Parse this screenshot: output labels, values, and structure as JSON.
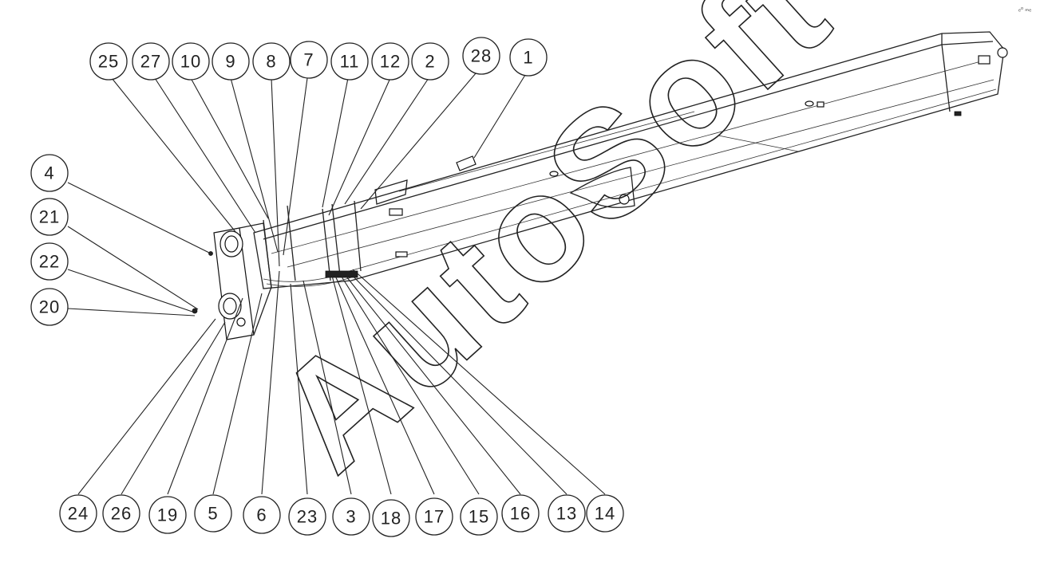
{
  "watermark": "AutoSoft",
  "corner_mark": "ₑᵒ ₘₑ",
  "callouts": [
    {
      "label": "25"
    },
    {
      "label": "27"
    },
    {
      "label": "10"
    },
    {
      "label": "9"
    },
    {
      "label": "8"
    },
    {
      "label": "7"
    },
    {
      "label": "11"
    },
    {
      "label": "12"
    },
    {
      "label": "2"
    },
    {
      "label": "28"
    },
    {
      "label": "1"
    },
    {
      "label": "4"
    },
    {
      "label": "21"
    },
    {
      "label": "22"
    },
    {
      "label": "20"
    },
    {
      "label": "24"
    },
    {
      "label": "26"
    },
    {
      "label": "19"
    },
    {
      "label": "5"
    },
    {
      "label": "6"
    },
    {
      "label": "23"
    },
    {
      "label": "3"
    },
    {
      "label": "18"
    },
    {
      "label": "17"
    },
    {
      "label": "15"
    },
    {
      "label": "16"
    },
    {
      "label": "13"
    },
    {
      "label": "14"
    }
  ]
}
